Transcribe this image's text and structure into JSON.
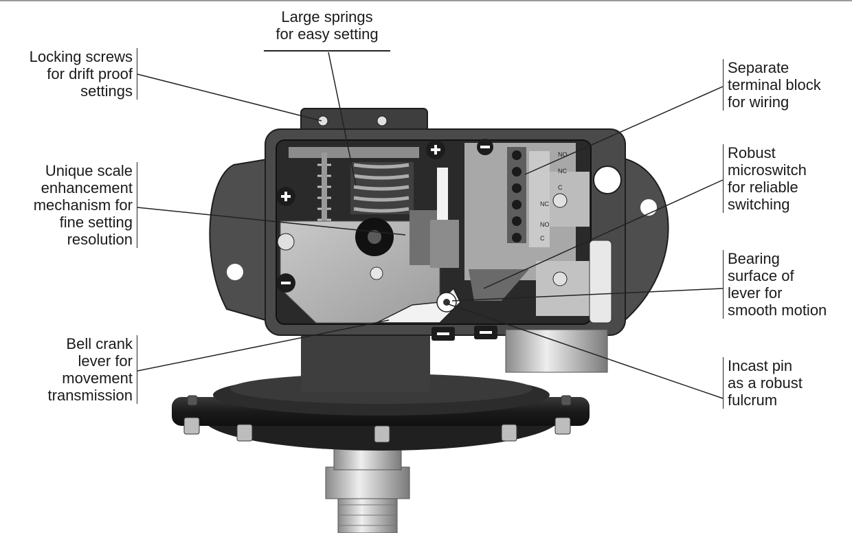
{
  "labels": {
    "springs": [
      "Large springs",
      "for easy setting"
    ],
    "locking": [
      "Locking screws",
      "for drift proof",
      "settings"
    ],
    "unique": [
      "Unique scale",
      "enhancement",
      "mechanism for",
      "fine setting",
      "resolution"
    ],
    "bell": [
      "Bell crank",
      "lever for",
      "movement",
      "transmission"
    ],
    "terminal": [
      "Separate",
      "terminal block",
      "for wiring"
    ],
    "microswitch": [
      "Robust",
      "microswitch",
      "for reliable",
      "switching"
    ],
    "bearing": [
      "Bearing",
      "surface of",
      "lever for",
      "smooth motion"
    ],
    "incast": [
      "Incast pin",
      "as a robust",
      "fulcrum"
    ]
  },
  "terminal_marks": [
    "NO",
    "NC",
    "C",
    "NO",
    "NC",
    "C"
  ],
  "colors": {
    "housing": "#4a4a4a",
    "housing_edge": "#1e1e1e",
    "panel": "#b5b5b5",
    "metal": "#d8d8d8",
    "leader": "#222222"
  }
}
